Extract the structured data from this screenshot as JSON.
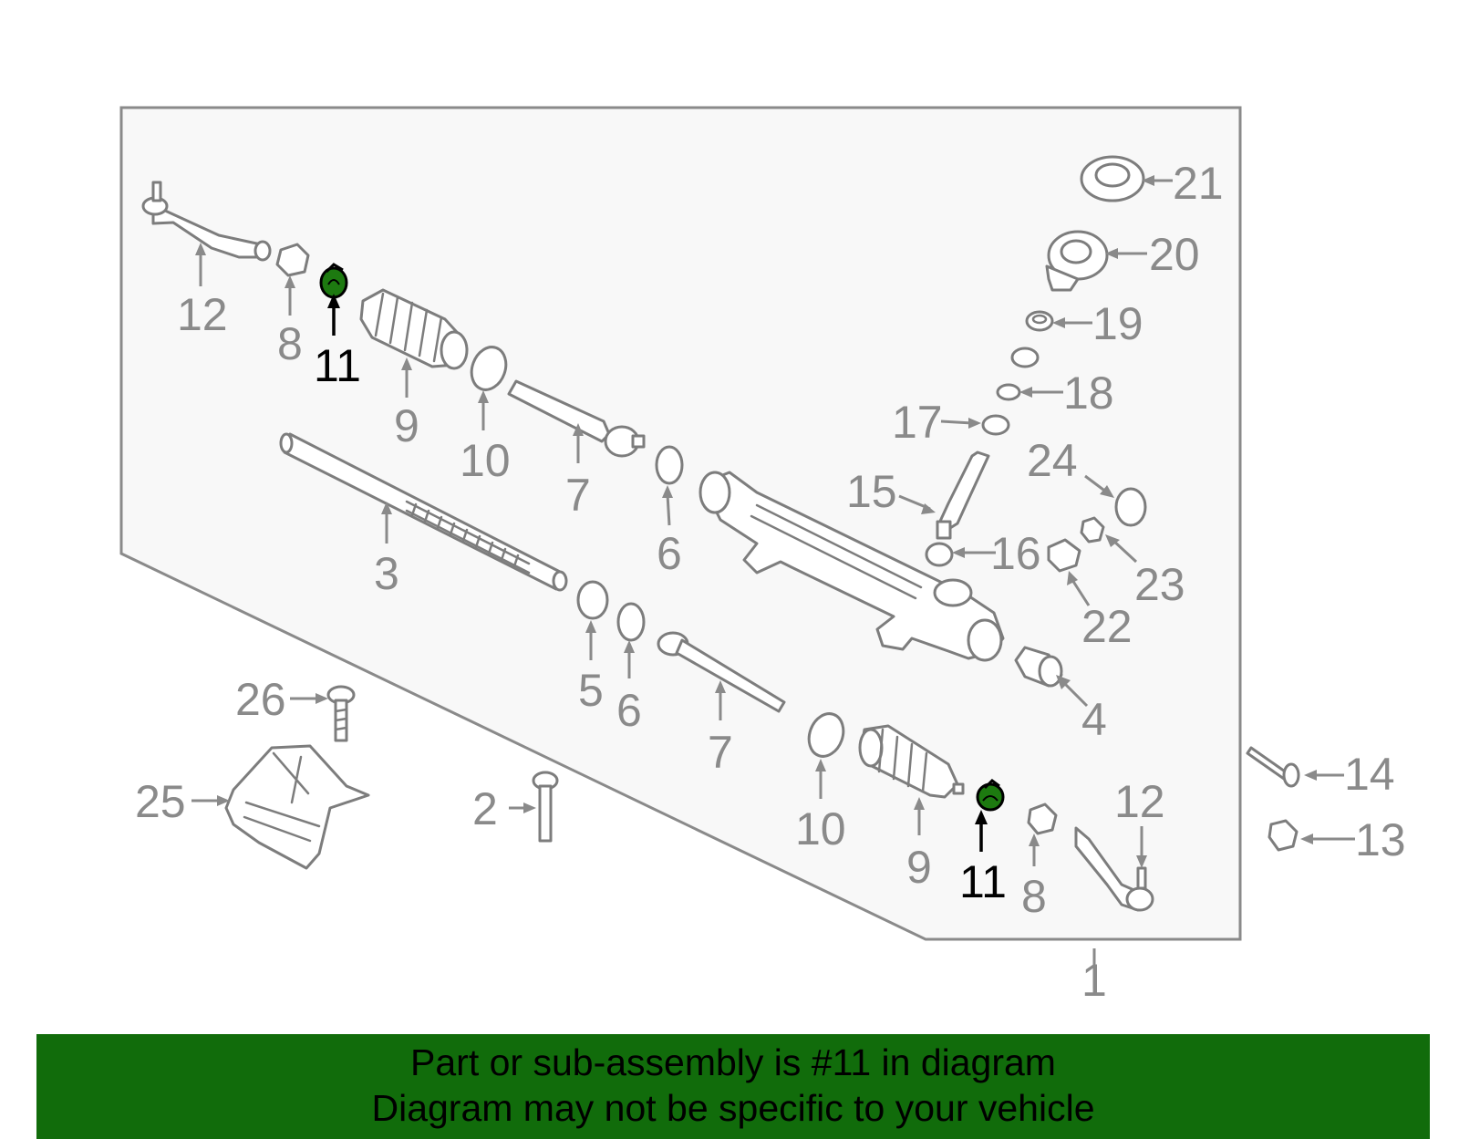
{
  "callouts": {
    "c1": "1",
    "c2": "2",
    "c3": "3",
    "c4": "4",
    "c5": "5",
    "c6a": "6",
    "c6b": "6",
    "c7a": "7",
    "c7b": "7",
    "c8a": "8",
    "c8b": "8",
    "c9a": "9",
    "c9b": "9",
    "c10a": "10",
    "c10b": "10",
    "c11a": "11",
    "c11b": "11",
    "c12a": "12",
    "c12b": "12",
    "c13": "13",
    "c14": "14",
    "c15": "15",
    "c16": "16",
    "c17": "17",
    "c18": "18",
    "c19": "19",
    "c20": "20",
    "c21": "21",
    "c22": "22",
    "c23": "23",
    "c24": "24",
    "c25": "25",
    "c26": "26"
  },
  "highlight_color": "#1d7a10",
  "banner": {
    "line1": "Part or sub-assembly is #11 in diagram",
    "line2": "Diagram may not be specific to your vehicle",
    "color": "#116c0b"
  }
}
